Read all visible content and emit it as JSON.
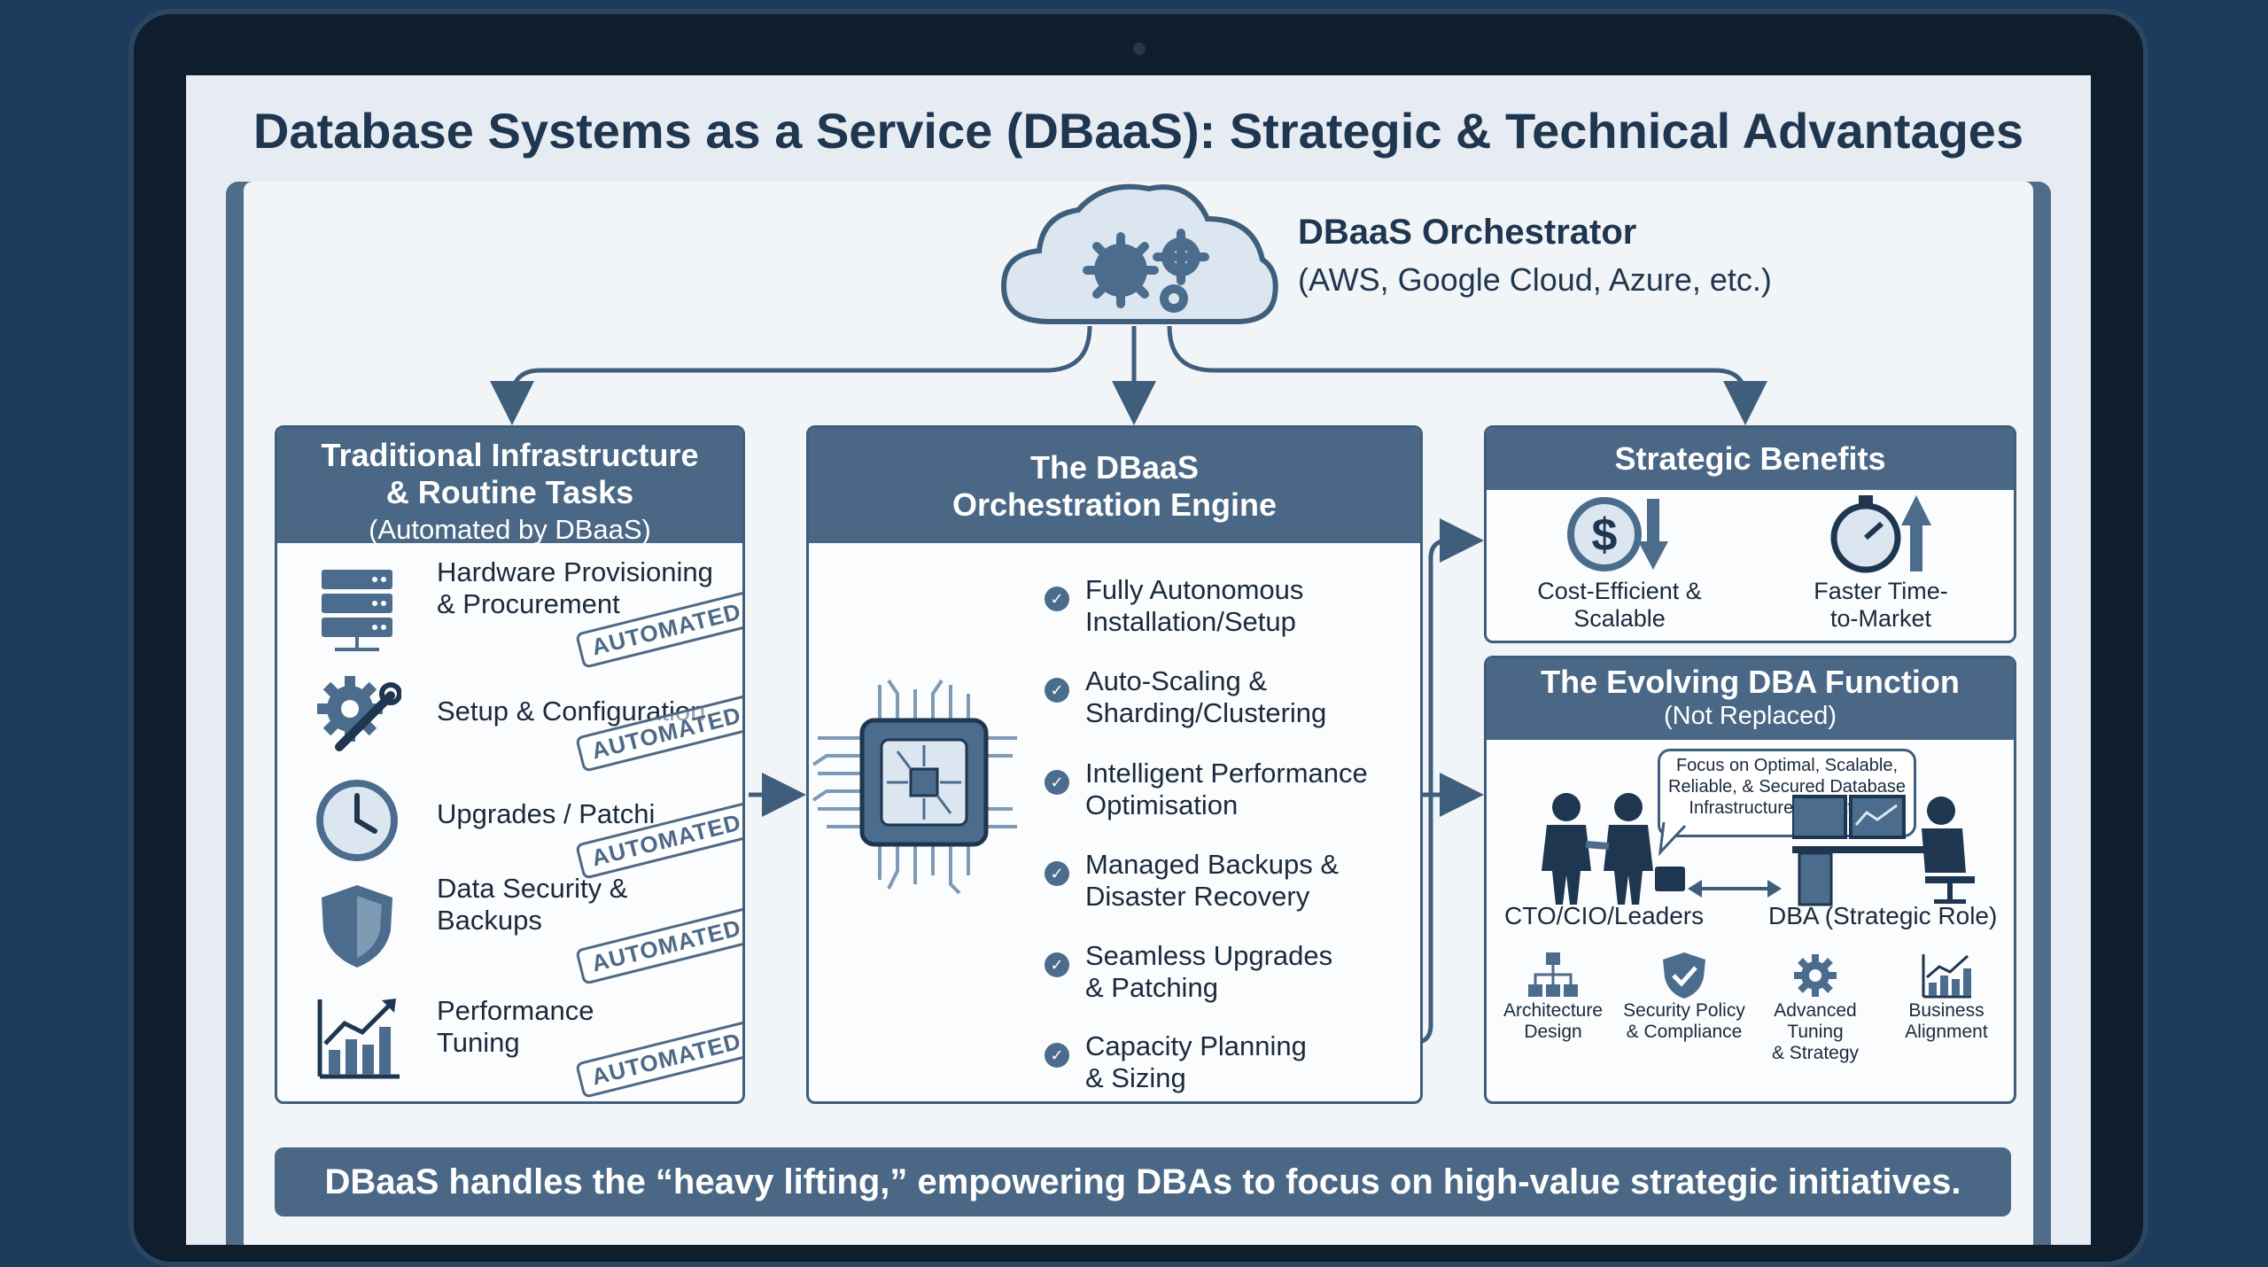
{
  "title": "Database Systems as a Service (DBaaS): Strategic & Technical Advantages",
  "orchestrator": {
    "name": "DBaaS Orchestrator",
    "providers": "(AWS, Google Cloud, Azure, etc.)",
    "icon": "cloud-gears-icon"
  },
  "traditional": {
    "title_line1": "Traditional Infrastructure",
    "title_line2": "& Routine Tasks",
    "subtitle": "(Automated by DBaaS)",
    "stamp": "AUTOMATED",
    "tasks": [
      {
        "line1": "Hardware Provisioning",
        "line2": "& Procurement",
        "icon": "server-rack-icon"
      },
      {
        "line1": "Setup & Configuration",
        "line2": "",
        "icon": "gear-wrench-icon"
      },
      {
        "line1": "Upgrades / Patchi",
        "line2": "",
        "icon": "clock-icon"
      },
      {
        "line1": "Data Security &",
        "line2": "Backups",
        "icon": "shield-icon"
      },
      {
        "line1": "Performance",
        "line2": "Tuning",
        "icon": "chart-up-icon"
      }
    ]
  },
  "engine": {
    "title_line1": "The DBaaS",
    "title_line2": "Orchestration Engine",
    "icon": "processor-chip-icon",
    "features": [
      {
        "line1": "Fully Autonomous",
        "line2": "Installation/Setup"
      },
      {
        "line1": "Auto-Scaling &",
        "line2": "Sharding/Clustering"
      },
      {
        "line1": "Intelligent Performance",
        "line2": "Optimisation"
      },
      {
        "line1": "Managed Backups &",
        "line2": "Disaster Recovery"
      },
      {
        "line1": "Seamless Upgrades",
        "line2": "& Patching"
      },
      {
        "line1": "Capacity Planning",
        "line2": "& Sizing"
      }
    ]
  },
  "benefits": {
    "title": "Strategic Benefits",
    "items": [
      {
        "line1": "Cost-Efficient &",
        "line2": "Scalable",
        "icon": "dollar-down-icon"
      },
      {
        "line1": "Faster Time-",
        "line2": "to-Market",
        "icon": "stopwatch-up-icon"
      }
    ]
  },
  "dba": {
    "title": "The Evolving DBA Function",
    "subtitle": "(Not Replaced)",
    "bubble_line1": "Focus on Optimal, Scalable,",
    "bubble_line2": "Reliable, & Secured Database",
    "bubble_line3": "Infrastructure Operations",
    "leaders": "CTO/CIO/Leaders",
    "dba_role": "DBA (Strategic Role)",
    "skills": [
      {
        "line1": "Architecture",
        "line2": "Design",
        "icon": "org-chart-icon"
      },
      {
        "line1": "Security Policy",
        "line2": "& Compliance",
        "icon": "shield-check-icon"
      },
      {
        "line1": "Advanced Tuning",
        "line2": "& Strategy",
        "icon": "gear-icon"
      },
      {
        "line1": "Business",
        "line2": "Alignment",
        "icon": "bar-chart-icon"
      }
    ]
  },
  "banner": "DBaaS handles the “heavy lifting,” empowering DBAs to focus on high-value strategic initiatives.",
  "colors": {
    "primary": "#4a6885",
    "dark": "#1f3650",
    "icon": "#4b6c8c",
    "background": "#f2f5f8"
  }
}
